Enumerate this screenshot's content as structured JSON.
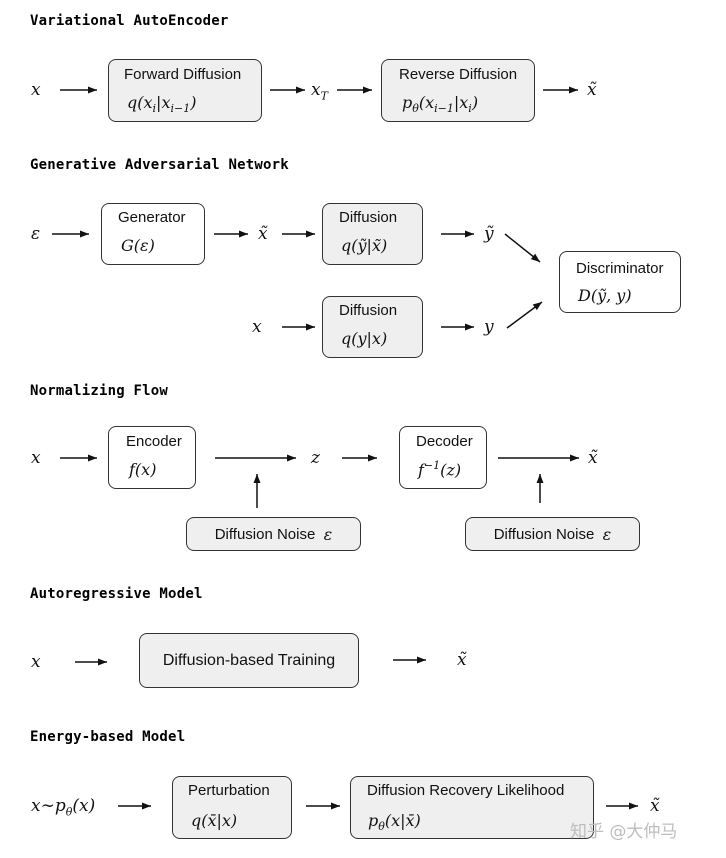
{
  "sections": {
    "vae": {
      "title": "Variational AutoEncoder",
      "input": "x",
      "forward": {
        "title": "Forward Diffusion"
      },
      "xt_base": "x",
      "xt_sub": "T",
      "reverse": {
        "title": "Reverse Diffusion"
      },
      "output": "x̃"
    },
    "gan": {
      "title": "Generative Adversarial Network",
      "input": "ε",
      "generator": {
        "title": "Generator",
        "formula": "G(ε)"
      },
      "x_tilde": "x̃",
      "diffusion_top": {
        "title": "Diffusion",
        "formula": "q(ỹ|x̃)"
      },
      "y_tilde": "ỹ",
      "x": "x",
      "diffusion_bottom": {
        "title": "Diffusion",
        "formula": "q(y|x)"
      },
      "y": "y",
      "discriminator": {
        "title": "Discriminator",
        "formula": "D(ỹ, y)"
      }
    },
    "nf": {
      "title": "Normalizing Flow",
      "input": "x",
      "encoder": {
        "title": "Encoder",
        "formula": "f(x)"
      },
      "z": "z",
      "decoder": {
        "title": "Decoder",
        "formula_pre": "f",
        "formula_sup": "−1",
        "formula_post": "(z)"
      },
      "output": "x̃",
      "noise_left": {
        "label": "Diffusion Noise",
        "symbol": "ε"
      },
      "noise_right": {
        "label": "Diffusion Noise",
        "symbol": "ε"
      }
    },
    "ar": {
      "title": "Autoregressive Model",
      "input": "x",
      "box": "Diffusion-based Training",
      "output": "x̃"
    },
    "ebm": {
      "title": "Energy-based Model",
      "input_pre": "x∼p",
      "input_sub": "θ",
      "input_post": "(x)",
      "perturbation": {
        "title": "Perturbation",
        "formula": "q(x̄|x)"
      },
      "recovery": {
        "title": "Diffusion Recovery Likelihood",
        "formula_pre": "p",
        "formula_sub": "θ",
        "formula_post": "(x|x̄)"
      },
      "output": "x̃"
    }
  },
  "watermark": "知乎 @大仲马"
}
